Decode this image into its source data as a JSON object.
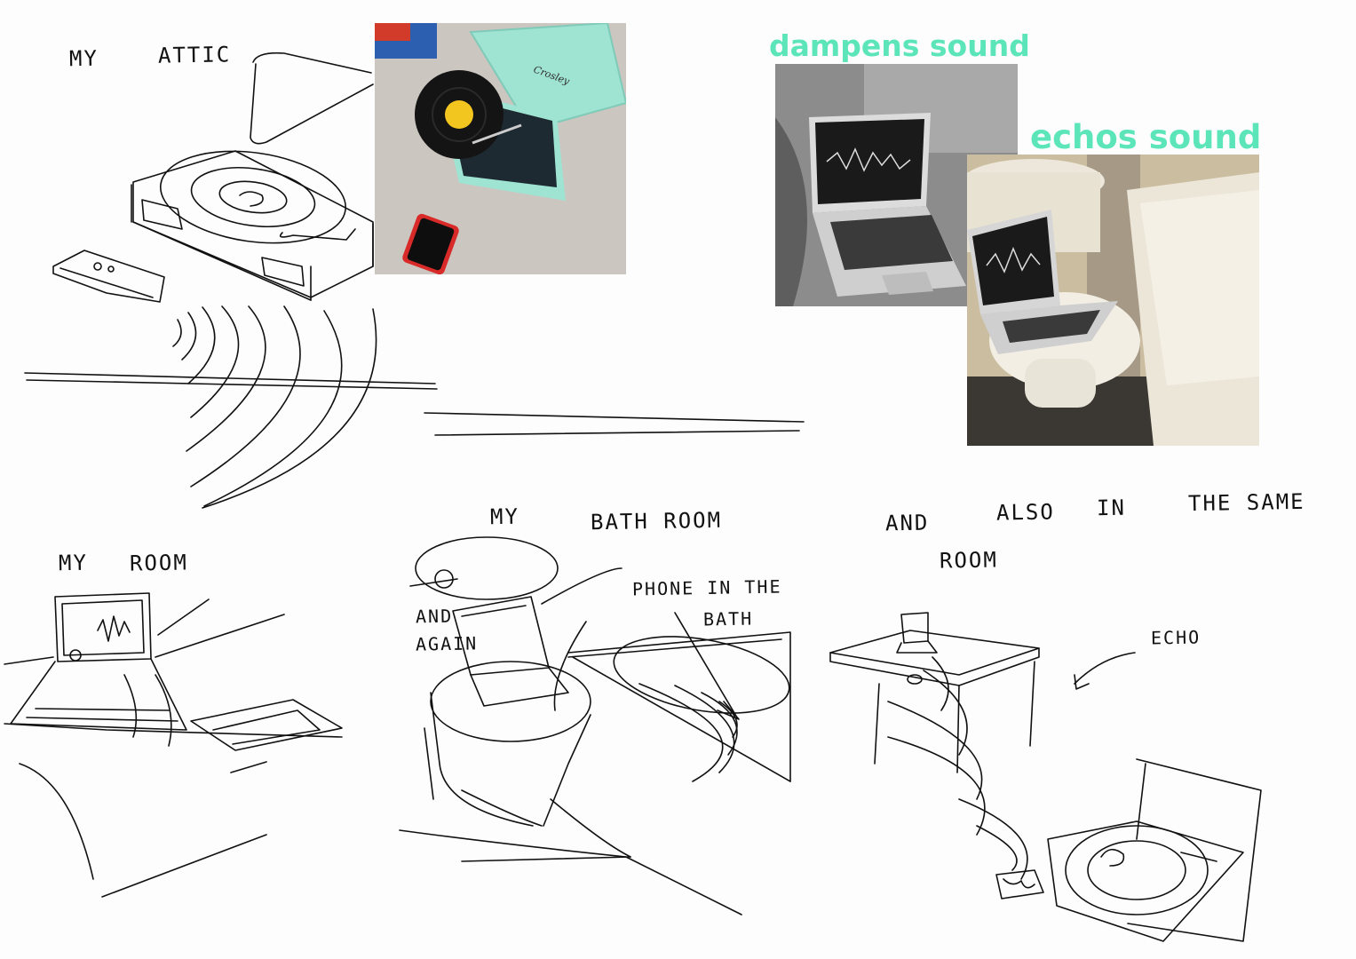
{
  "colors": {
    "accent": "#5ce5b9",
    "ink": "#111111"
  },
  "labels": {
    "my_attic": [
      "MY",
      "ATTIC"
    ],
    "my_room": [
      "MY",
      "ROOM"
    ],
    "my_bathroom": [
      "MY",
      "BATH ROOM"
    ],
    "phone_in_bath": [
      "PHONE IN THE",
      "BATH"
    ],
    "and_again": [
      "AND",
      "AGAIN"
    ],
    "same_room": [
      "AND",
      "ALSO",
      "IN",
      "THE SAME",
      "ROOM"
    ],
    "echo": "ECHO"
  },
  "tags": {
    "dampens": "dampens sound",
    "echos": "echos sound"
  },
  "photos": {
    "turntable": {
      "brand": "Crosley"
    }
  }
}
